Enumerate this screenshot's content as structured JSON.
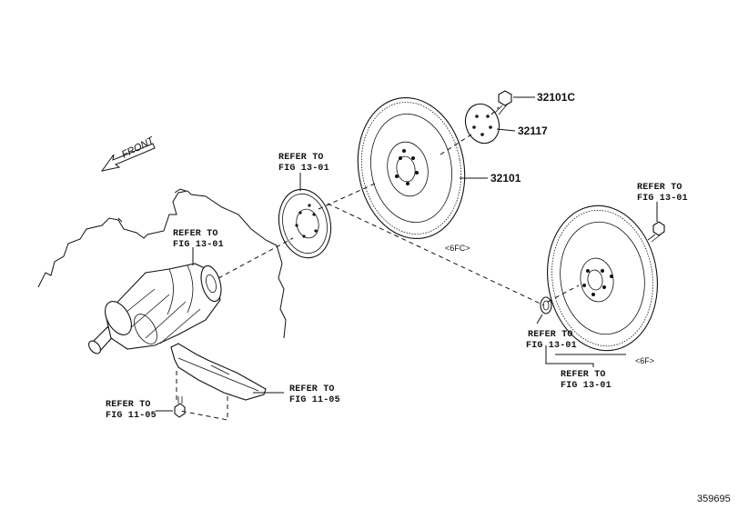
{
  "direction": {
    "label": "FRONT"
  },
  "parts": {
    "bolt": "32101C",
    "spacer": "32117",
    "flywheel": "32101"
  },
  "variants": {
    "upper": "<6FC>",
    "lower": "<6F>"
  },
  "refs": {
    "plate": [
      "REFER TO",
      "FIG 13-01"
    ],
    "crankshaft": [
      "REFER TO",
      "FIG 13-01"
    ],
    "right_bolt": [
      "REFER TO",
      "FIG 13-01"
    ],
    "seal": [
      "REFER TO",
      "FIG 13-01"
    ],
    "bottom_right": [
      "REFER TO",
      "FIG 13-01"
    ],
    "cover": [
      "REFER TO",
      "FIG 11-05"
    ],
    "cover_bolt": [
      "REFER TO",
      "FIG 11-05"
    ]
  },
  "figure_id": "359695"
}
